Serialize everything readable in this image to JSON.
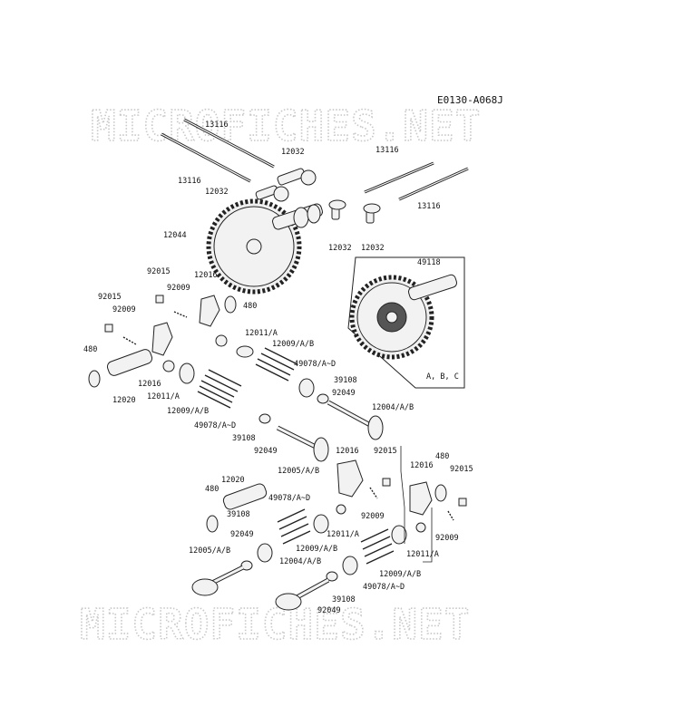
{
  "diagram_code": "E0130-A068J",
  "watermark_text": "MICROFICHES.NET",
  "inset_note": "A, B, C",
  "labels": [
    {
      "id": "l1",
      "text": "13116"
    },
    {
      "id": "l2",
      "text": "12032"
    },
    {
      "id": "l3",
      "text": "13116"
    },
    {
      "id": "l4",
      "text": "12032"
    },
    {
      "id": "l5",
      "text": "13116"
    },
    {
      "id": "l6",
      "text": "13116"
    },
    {
      "id": "l7",
      "text": "12044"
    },
    {
      "id": "l8",
      "text": "12032"
    },
    {
      "id": "l9",
      "text": "12032"
    },
    {
      "id": "l10",
      "text": "49118"
    },
    {
      "id": "l11",
      "text": "92015"
    },
    {
      "id": "l12",
      "text": "12016"
    },
    {
      "id": "l13",
      "text": "92009"
    },
    {
      "id": "l14",
      "text": "92015"
    },
    {
      "id": "l15",
      "text": "92009"
    },
    {
      "id": "l16",
      "text": "480"
    },
    {
      "id": "l17",
      "text": "12011/A"
    },
    {
      "id": "l18",
      "text": "12009/A/B"
    },
    {
      "id": "l19",
      "text": "480"
    },
    {
      "id": "l20",
      "text": "49078/A~D"
    },
    {
      "id": "l21",
      "text": "12016"
    },
    {
      "id": "l22",
      "text": "12011/A"
    },
    {
      "id": "l23",
      "text": "39108"
    },
    {
      "id": "l24",
      "text": "12020"
    },
    {
      "id": "l25",
      "text": "92049"
    },
    {
      "id": "l26",
      "text": "12009/A/B"
    },
    {
      "id": "l27",
      "text": "12004/A/B"
    },
    {
      "id": "l28",
      "text": "49078/A~D"
    },
    {
      "id": "l29",
      "text": "39108"
    },
    {
      "id": "l30",
      "text": "92049"
    },
    {
      "id": "l31",
      "text": "12016"
    },
    {
      "id": "l32",
      "text": "92015"
    },
    {
      "id": "l33",
      "text": "12005/A/B"
    },
    {
      "id": "l34",
      "text": "480"
    },
    {
      "id": "l35",
      "text": "12016"
    },
    {
      "id": "l36",
      "text": "92015"
    },
    {
      "id": "l37",
      "text": "12020"
    },
    {
      "id": "l38",
      "text": "480"
    },
    {
      "id": "l39",
      "text": "49078/A~D"
    },
    {
      "id": "l40",
      "text": "39108"
    },
    {
      "id": "l41",
      "text": "92009"
    },
    {
      "id": "l42",
      "text": "12011/A"
    },
    {
      "id": "l43",
      "text": "92049"
    },
    {
      "id": "l44",
      "text": "12009/A/B"
    },
    {
      "id": "l45",
      "text": "92009"
    },
    {
      "id": "l46",
      "text": "12011/A"
    },
    {
      "id": "l47",
      "text": "12005/A/B"
    },
    {
      "id": "l48",
      "text": "12004/A/B"
    },
    {
      "id": "l49",
      "text": "12009/A/B"
    },
    {
      "id": "l50",
      "text": "49078/A~D"
    },
    {
      "id": "l51",
      "text": "39108"
    },
    {
      "id": "l52",
      "text": "92049"
    }
  ]
}
